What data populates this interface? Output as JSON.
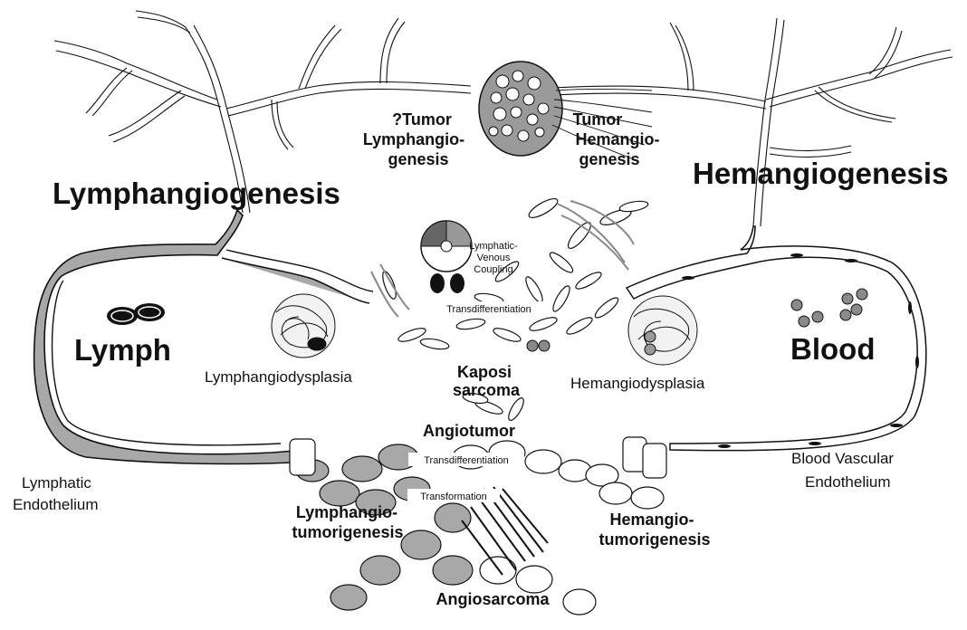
{
  "labels": {
    "tumor_lymph": [
      "?Tumor",
      "Lymphangio-",
      "genesis"
    ],
    "tumor_hem": [
      "Tumor",
      "Hemangio-",
      "genesis"
    ],
    "lymphangiogenesis": "Lymphangiogenesis",
    "hemangiogenesis": "Hemangiogenesis",
    "lymphatic_venous": [
      "Lymphatic-",
      "Venous",
      "Coupling"
    ],
    "transdifferentiation_top": "Transdifferentiation",
    "lymph": "Lymph",
    "blood": "Blood",
    "lymphangiodysplasia": "Lymphangiodysplasia",
    "kaposi": [
      "Kaposi",
      "sarcoma"
    ],
    "hemangiodysplasia": "Hemangiodysplasia",
    "angiotumor": "Angiotumor",
    "transdifferentiation_bottom": "Transdifferentiation",
    "transformation": "Transformation",
    "lymphatic_endothelium": [
      "Lymphatic",
      "Endothelium"
    ],
    "blood_endothelium": [
      "Blood Vascular",
      "Endothelium"
    ],
    "lymphangiotumorigenesis": [
      "Lymphangio-",
      "tumorigenesis"
    ],
    "hemangiotumorigenesis": [
      "Hemangio-",
      "tumorigenesis"
    ],
    "angiosarcoma": "Angiosarcoma"
  },
  "colors": {
    "lymphatic_fill": "#a8a8a8",
    "blood_fill": "#ffffff",
    "outline": "#111111",
    "rbc": "#8a8a8a"
  }
}
